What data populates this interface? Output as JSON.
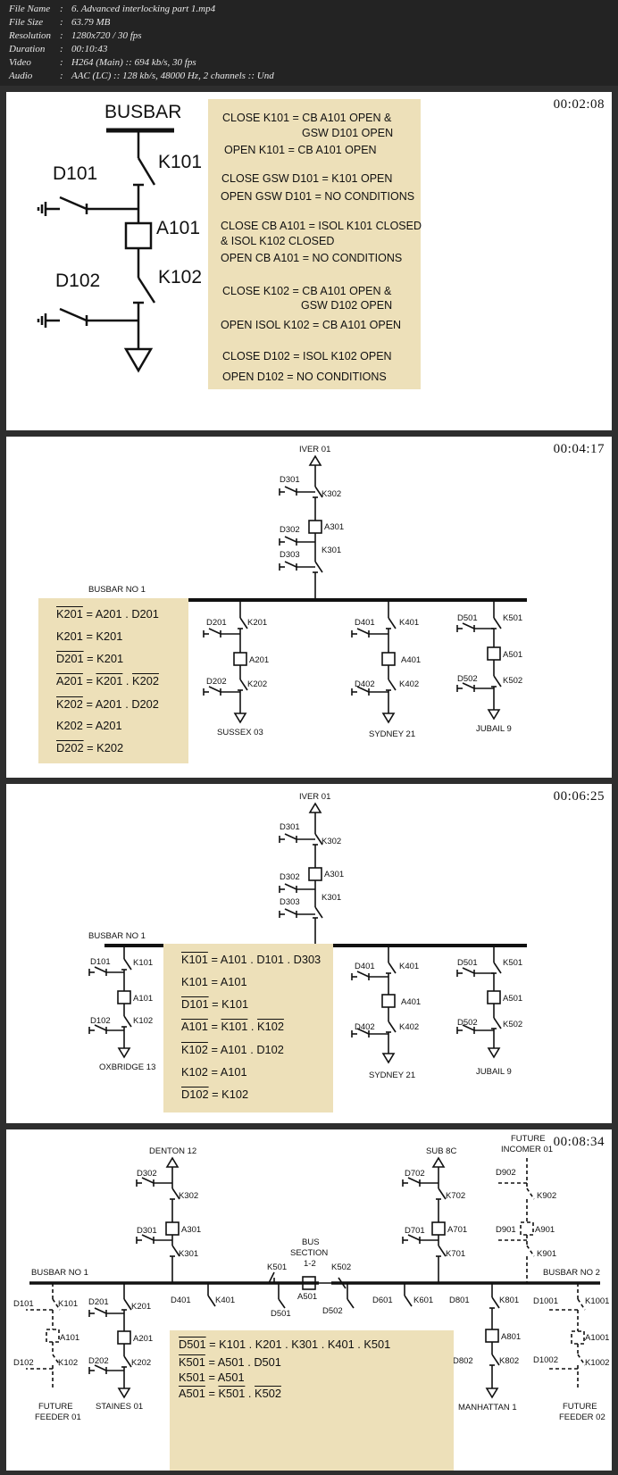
{
  "meta": {
    "rows": [
      {
        "key": "File Name",
        "value": "6. Advanced interlocking part 1.mp4"
      },
      {
        "key": "File Size",
        "value": "63.79 MB"
      },
      {
        "key": "Resolution",
        "value": "1280x720 / 30 fps"
      },
      {
        "key": "Duration",
        "value": "00:10:43"
      },
      {
        "key": "Video",
        "value": "H264 (Main) :: 694 kb/s, 30 fps"
      },
      {
        "key": "Audio",
        "value": "AAC (LC) :: 128 kb/s, 48000 Hz, 2 channels :: Und"
      }
    ]
  },
  "frames": [
    {
      "timestamp": "00:02:08",
      "labels": {
        "busbar": "BUSBAR",
        "k101": "K101",
        "d101": "D101",
        "a101": "A101",
        "k102": "K102",
        "d102": "D102"
      },
      "rules": [
        "CLOSE K101 = CB A101 OPEN &",
        "GSW D101 OPEN",
        "OPEN K101  = CB A101 OPEN",
        "CLOSE GSW D101 = K101 OPEN",
        "OPEN GSW D101 = NO CONDITIONS",
        "CLOSE CB A101 = ISOL K101 CLOSED",
        "& ISOL K102 CLOSED",
        "OPEN CB A101 = NO CONDITIONS",
        "CLOSE K102 = CB A101 OPEN &",
        "GSW D102 OPEN",
        "OPEN ISOL K102 = CB A101 OPEN",
        "CLOSE D102 = ISOL K102 OPEN",
        "OPEN D102 = NO CONDITIONS"
      ]
    },
    {
      "timestamp": "00:04:17",
      "labels": {
        "iver": "IVER 01",
        "d301": "D301",
        "k302": "K302",
        "d302": "D302",
        "a301": "A301",
        "d303": "D303",
        "k301": "K301",
        "busbar": "BUSBAR NO 1",
        "d201": "D201",
        "k201": "K201",
        "a201": "A201",
        "d202": "D202",
        "k202": "K202",
        "feeder1": "SUSSEX 03",
        "d401": "D401",
        "k401": "K401",
        "a401": "A401",
        "d402": "D402",
        "k402": "K402",
        "feeder2": "SYDNEY 21",
        "d501": "D501",
        "k501": "K501",
        "a501": "A501",
        "d502": "D502",
        "k502": "K502",
        "feeder3": "JUBAIL 9"
      },
      "equations": [
        [
          {
            "t": "K201",
            "o": true
          },
          {
            "t": " = A201 . D201"
          }
        ],
        [
          {
            "t": "K201 = K201"
          }
        ],
        [
          {
            "t": "D201",
            "o": true
          },
          {
            "t": " = K201"
          }
        ],
        [
          {
            "t": "A201",
            "o": true
          },
          {
            "t": " = "
          },
          {
            "t": "K201",
            "o": true
          },
          {
            "t": " . "
          },
          {
            "t": "K202",
            "o": true
          }
        ],
        [
          {
            "t": "K202",
            "o": true
          },
          {
            "t": " = A201 . D202"
          }
        ],
        [
          {
            "t": "K202 = A201"
          }
        ],
        [
          {
            "t": "D202",
            "o": true
          },
          {
            "t": " = K202"
          }
        ]
      ]
    },
    {
      "timestamp": "00:06:25",
      "labels": {
        "iver": "IVER 01",
        "d301": "D301",
        "k302": "K302",
        "d302": "D302",
        "a301": "A301",
        "d303": "D303",
        "k301": "K301",
        "busbar": "BUSBAR NO 1",
        "d101": "D101",
        "k101": "K101",
        "a101": "A101",
        "d102": "D102",
        "k102": "K102",
        "feeder1": "OXBRIDGE 13",
        "d401": "D401",
        "k401": "K401",
        "a401": "A401",
        "d402": "D402",
        "k402": "K402",
        "feeder2": "SYDNEY 21",
        "d501": "D501",
        "k501": "K501",
        "a501": "A501",
        "d502": "D502",
        "k502": "K502",
        "feeder3": "JUBAIL 9"
      },
      "equations": [
        [
          {
            "t": "K101",
            "o": true
          },
          {
            "t": " = A101 . D101 . D303"
          }
        ],
        [
          {
            "t": "K101 = A101"
          }
        ],
        [
          {
            "t": "D101",
            "o": true
          },
          {
            "t": " = K101"
          }
        ],
        [
          {
            "t": "A101",
            "o": true
          },
          {
            "t": " = "
          },
          {
            "t": "K101",
            "o": true
          },
          {
            "t": " . "
          },
          {
            "t": "K102",
            "o": true
          }
        ],
        [
          {
            "t": "K102",
            "o": true
          },
          {
            "t": " = A101 . D102"
          }
        ],
        [
          {
            "t": "K102 = A101"
          }
        ],
        [
          {
            "t": "D102",
            "o": true
          },
          {
            "t": " = K102"
          }
        ]
      ]
    },
    {
      "timestamp": "00:08:34",
      "labels": {
        "denton": "DENTON 12",
        "d302": "D302",
        "k302": "K302",
        "d301": "D301",
        "a301": "A301",
        "k301": "K301",
        "sub8c": "SUB 8C",
        "d702": "D702",
        "k702": "K702",
        "d701": "D701",
        "a701": "A701",
        "k701": "K701",
        "future_incomer": "FUTURE",
        "future_incomer2": "INCOMER 01",
        "d902": "D902",
        "k902": "K902",
        "d901": "D901",
        "a901": "A901",
        "k901": "K901",
        "busbar1": "BUSBAR NO 1",
        "busbar2": "BUSBAR NO 2",
        "bus_section": "BUS",
        "bus_section2": "SECTION",
        "bus_section3": "1-2",
        "k501": "K501",
        "a501": "A501",
        "k502": "K502",
        "d501": "D501",
        "d502": "D502",
        "d101": "D101",
        "k101": "K101",
        "a101": "A101",
        "d102": "D102",
        "k102": "K102",
        "future_feeder1": "FUTURE",
        "future_feeder1b": "FEEDER 01",
        "d201": "D201",
        "k201": "K201",
        "a201": "A201",
        "d202": "D202",
        "k202": "K202",
        "staines": "STAINES 01",
        "d401": "D401",
        "k401": "K401",
        "d601": "D601",
        "k601": "K601",
        "d801": "D801",
        "k801": "K801",
        "a801": "A801",
        "d802": "D802",
        "k802": "K802",
        "manhattan": "MANHATTAN 1",
        "d1001": "D1001",
        "k1001": "K1001",
        "a1001": "A1001",
        "d1002": "D1002",
        "k1002": "K1002",
        "future_feeder2": "FUTURE",
        "future_feeder2b": "FEEDER 02"
      },
      "equations": [
        [
          {
            "t": "D501",
            "o": true
          },
          {
            "t": " = K101 . K201 . K301 . K401 . K501"
          }
        ],
        [
          {
            "t": "K501",
            "o": true
          },
          {
            "t": " = A501 . D501"
          }
        ],
        [
          {
            "t": "K501 = A501"
          }
        ],
        [
          {
            "t": "A501",
            "o": true
          },
          {
            "t": " = "
          },
          {
            "t": "K501",
            "o": true
          },
          {
            "t": " . "
          },
          {
            "t": "K502",
            "o": true
          }
        ]
      ]
    }
  ]
}
